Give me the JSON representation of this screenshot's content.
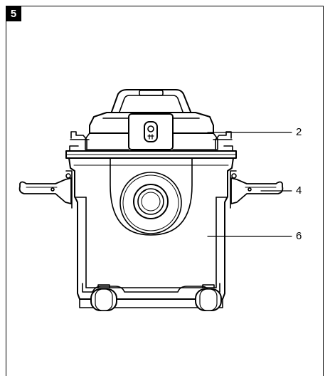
{
  "figure": {
    "number": "5"
  },
  "callouts": [
    {
      "id": "lid",
      "label": "2"
    },
    {
      "id": "latch",
      "label": "4"
    },
    {
      "id": "container",
      "label": "6"
    }
  ],
  "colors": {
    "line": "#000000",
    "badge_bg": "#000000",
    "badge_text": "#ffffff"
  }
}
